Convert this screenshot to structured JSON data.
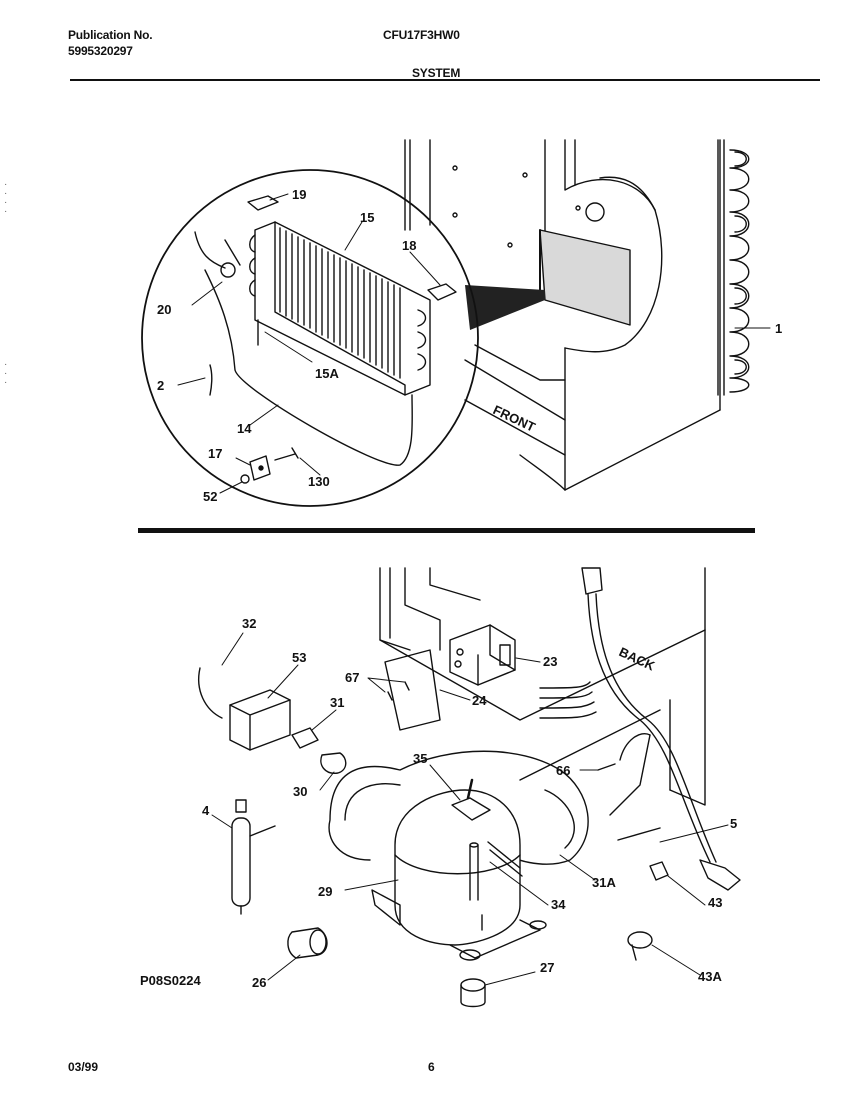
{
  "header": {
    "publication_label": "Publication No.",
    "publication_number": "5995320297",
    "model": "CFU17F3HW0",
    "section": "SYSTEM"
  },
  "top_diagram": {
    "front_label": "FRONT",
    "callouts": [
      "19",
      "15",
      "18",
      "20",
      "15A",
      "2",
      "14",
      "17",
      "130",
      "52",
      "1"
    ]
  },
  "bottom_diagram": {
    "back_label": "BACK",
    "drawing_code": "P08S0224",
    "callouts": [
      "32",
      "53",
      "67",
      "23",
      "24",
      "31",
      "30",
      "35",
      "66",
      "5",
      "4",
      "29",
      "34",
      "31A",
      "43",
      "26",
      "27",
      "43A"
    ]
  },
  "footer": {
    "date": "03/99",
    "page": "6"
  }
}
